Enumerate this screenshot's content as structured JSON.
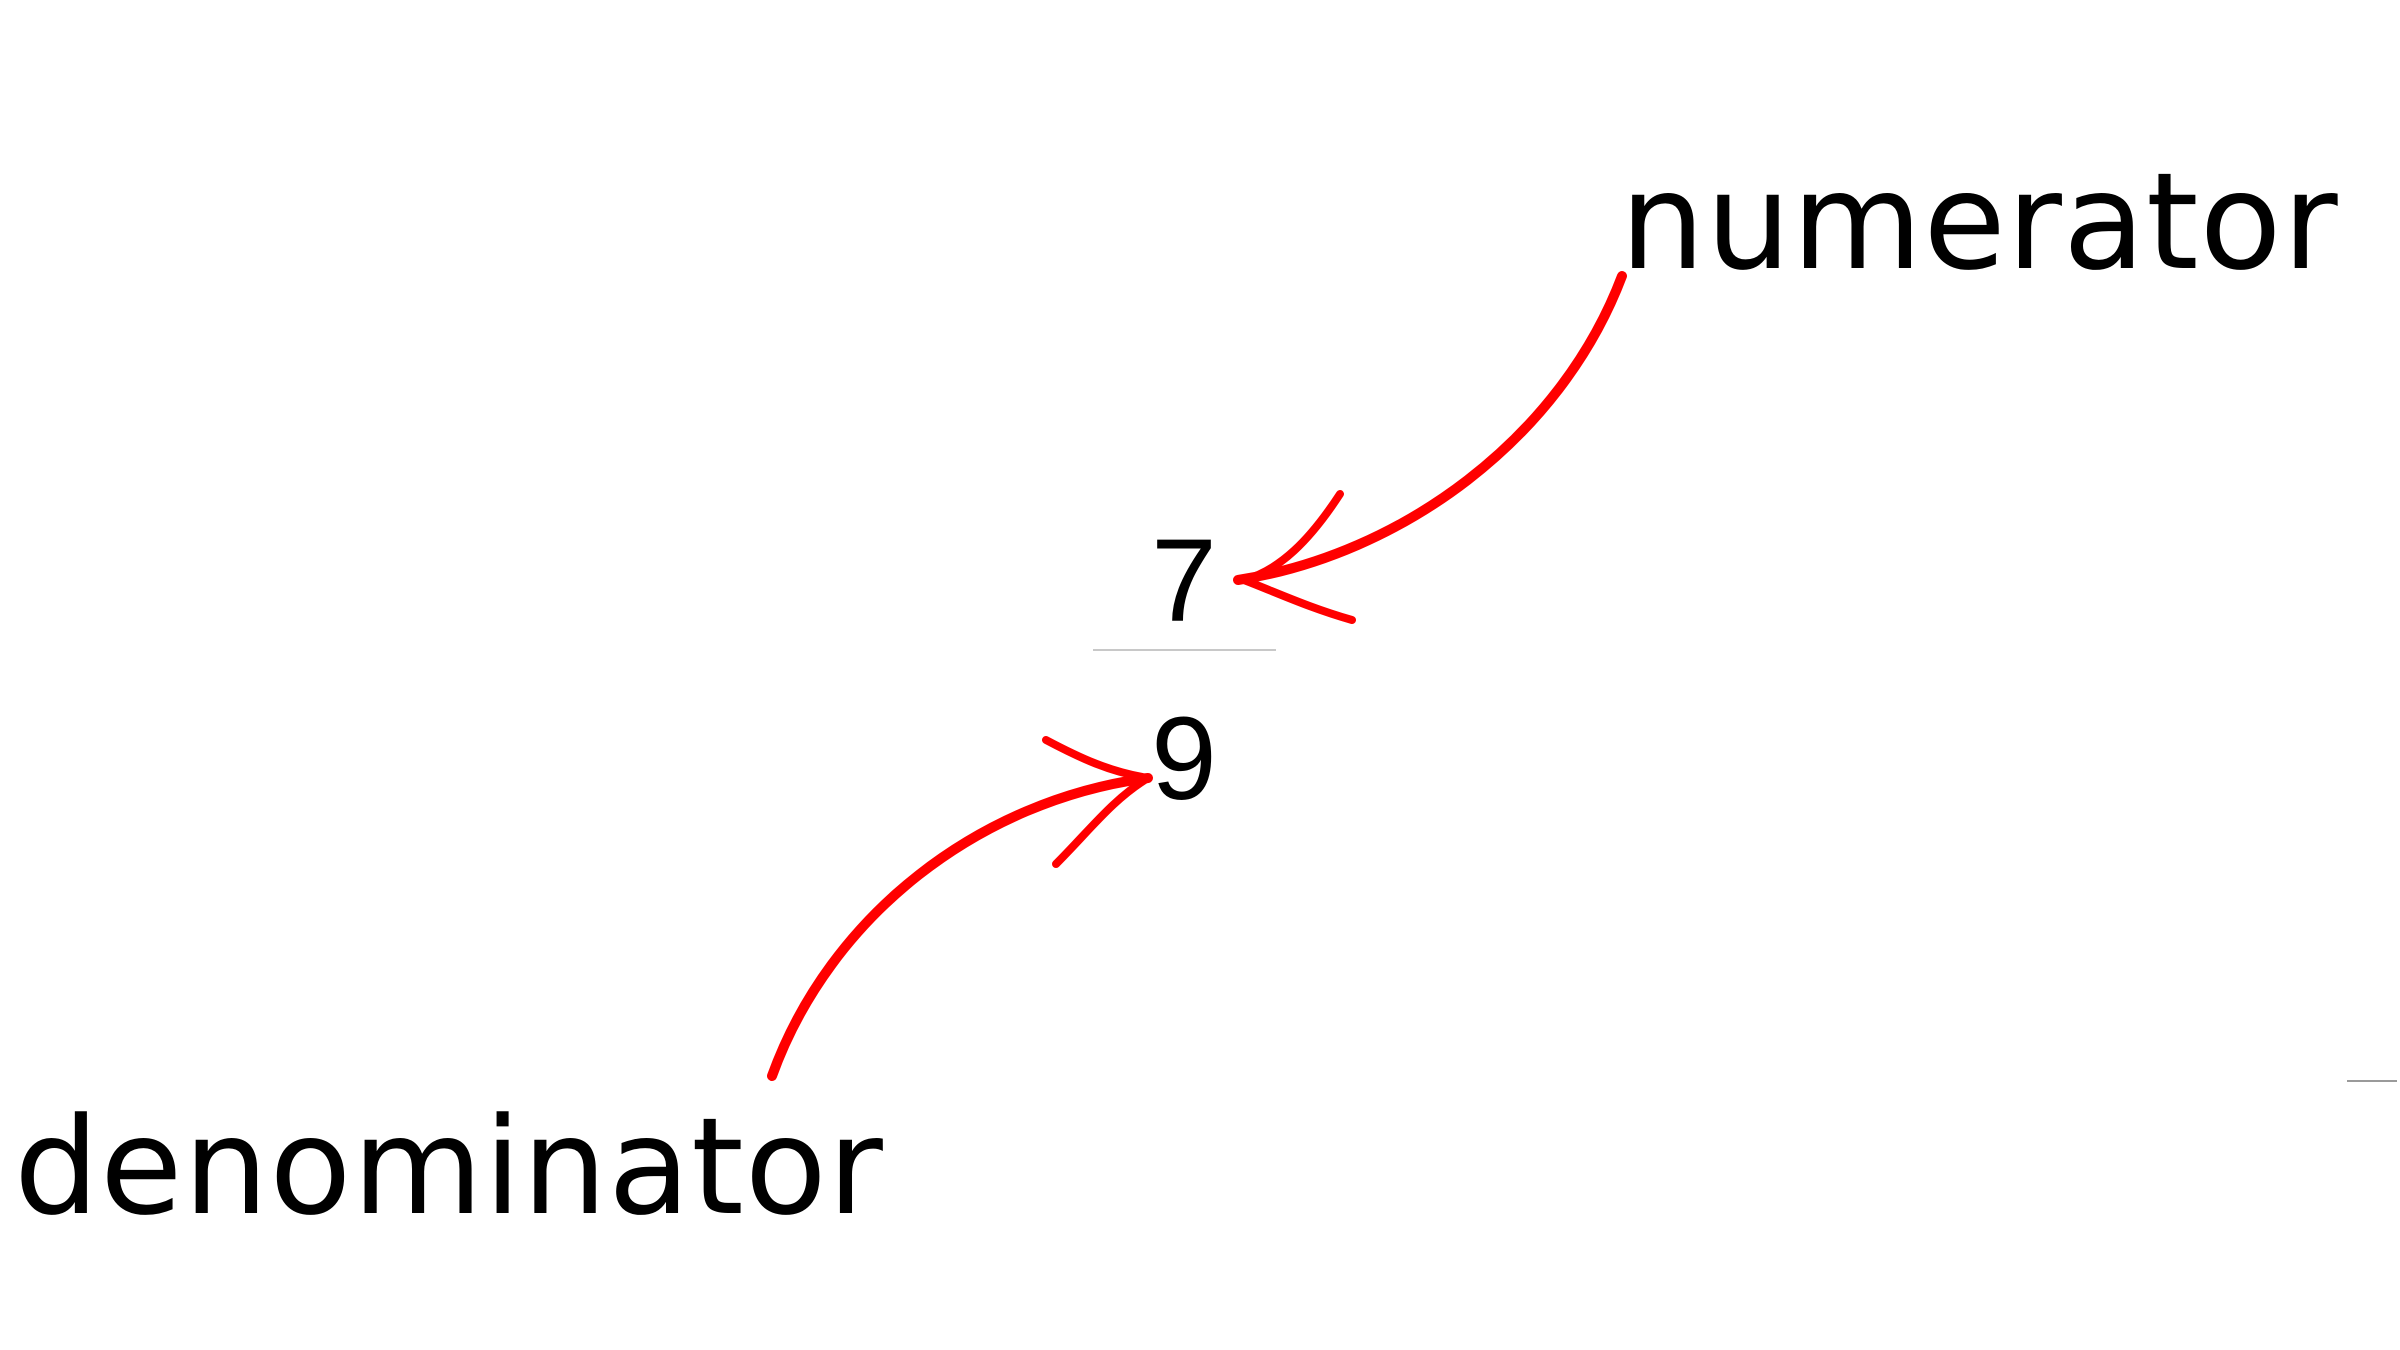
{
  "labels": {
    "top": "numerator",
    "bottom": "denominator"
  },
  "fraction": {
    "numerator": "7",
    "denominator": "9"
  },
  "colors": {
    "arrow": "#ff0000",
    "text": "#000000",
    "fraction_bar": "#c8c8c8"
  }
}
